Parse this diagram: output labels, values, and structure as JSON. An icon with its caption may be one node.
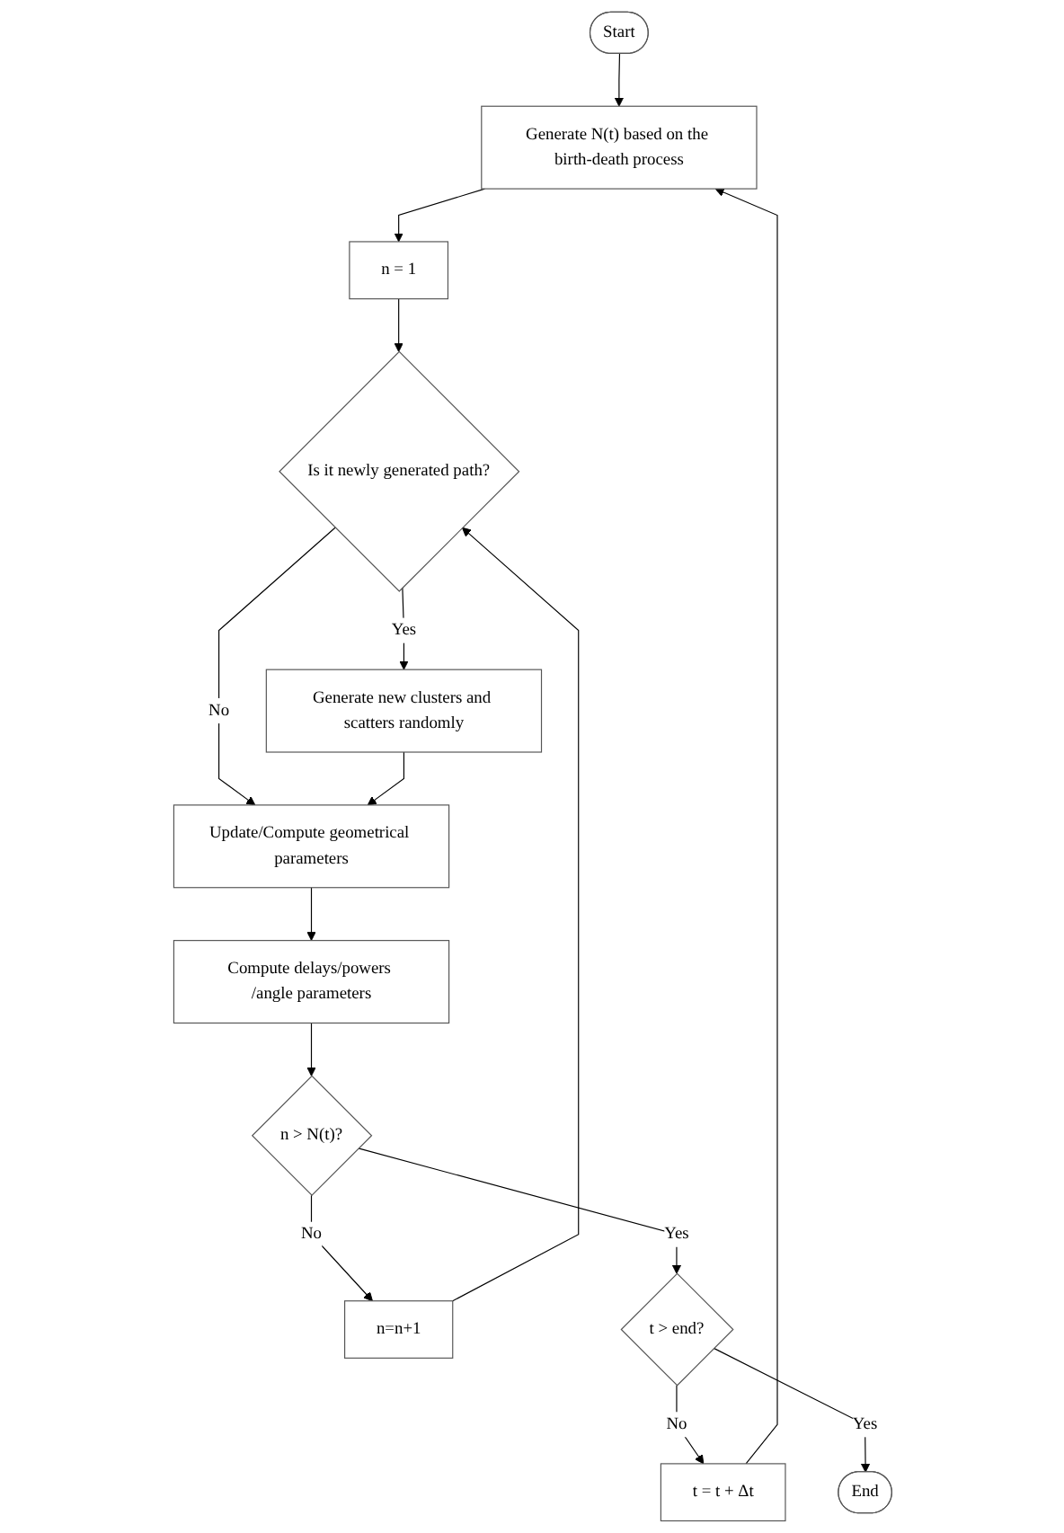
{
  "diagram": {
    "nodes": [
      {
        "text": [
          "Start"
        ]
      },
      {
        "text": [
          "Generate N(t) based on the birth-death process"
        ]
      },
      {
        "text": [
          "n = 1"
        ]
      },
      {
        "text": [
          "Is it newly generated path?"
        ]
      },
      {
        "text": [
          "Generate new clusters and scatters randomly"
        ]
      },
      {
        "text": [
          "Update/Compute geometrical parameters"
        ]
      },
      {
        "text": [
          "Compute delays/powers /angle parameters"
        ]
      },
      {
        "text": [
          "n > N(t)?"
        ]
      },
      {
        "text": [
          "n=n+1"
        ]
      },
      {
        "text": [
          "t > end?"
        ]
      },
      {
        "text": [
          "t = t + Δt"
        ]
      },
      {
        "text": [
          "End"
        ]
      }
    ],
    "edges": [
      {
        "from": 0,
        "to": 1,
        "arrow": "to"
      },
      {
        "from": 1,
        "to": 2,
        "arrow": "to"
      },
      {
        "from": 2,
        "to": 3,
        "arrow": "to"
      },
      {
        "from": 3,
        "to": 4,
        "label": "Yes",
        "arrow": "to"
      },
      {
        "from": 3,
        "to": 5,
        "label": "No",
        "arrow": "to"
      },
      {
        "from": 4,
        "to": 5,
        "arrow": "to"
      },
      {
        "from": 5,
        "to": 6,
        "arrow": "to"
      },
      {
        "from": 6,
        "to": 7,
        "arrow": "to"
      },
      {
        "from": 7,
        "to": 8,
        "label": "No",
        "arrow": "to"
      },
      {
        "from": 8,
        "to": 3,
        "arrow": "to"
      },
      {
        "from": 7,
        "to": 9,
        "label": "Yes",
        "arrow": "to"
      },
      {
        "from": 9,
        "to": 10,
        "label": "No",
        "arrow": "to"
      },
      {
        "from": 10,
        "to": 1,
        "arrow": "to"
      },
      {
        "from": 9,
        "to": 11,
        "label": "Yes",
        "arrow": "to"
      }
    ]
  }
}
